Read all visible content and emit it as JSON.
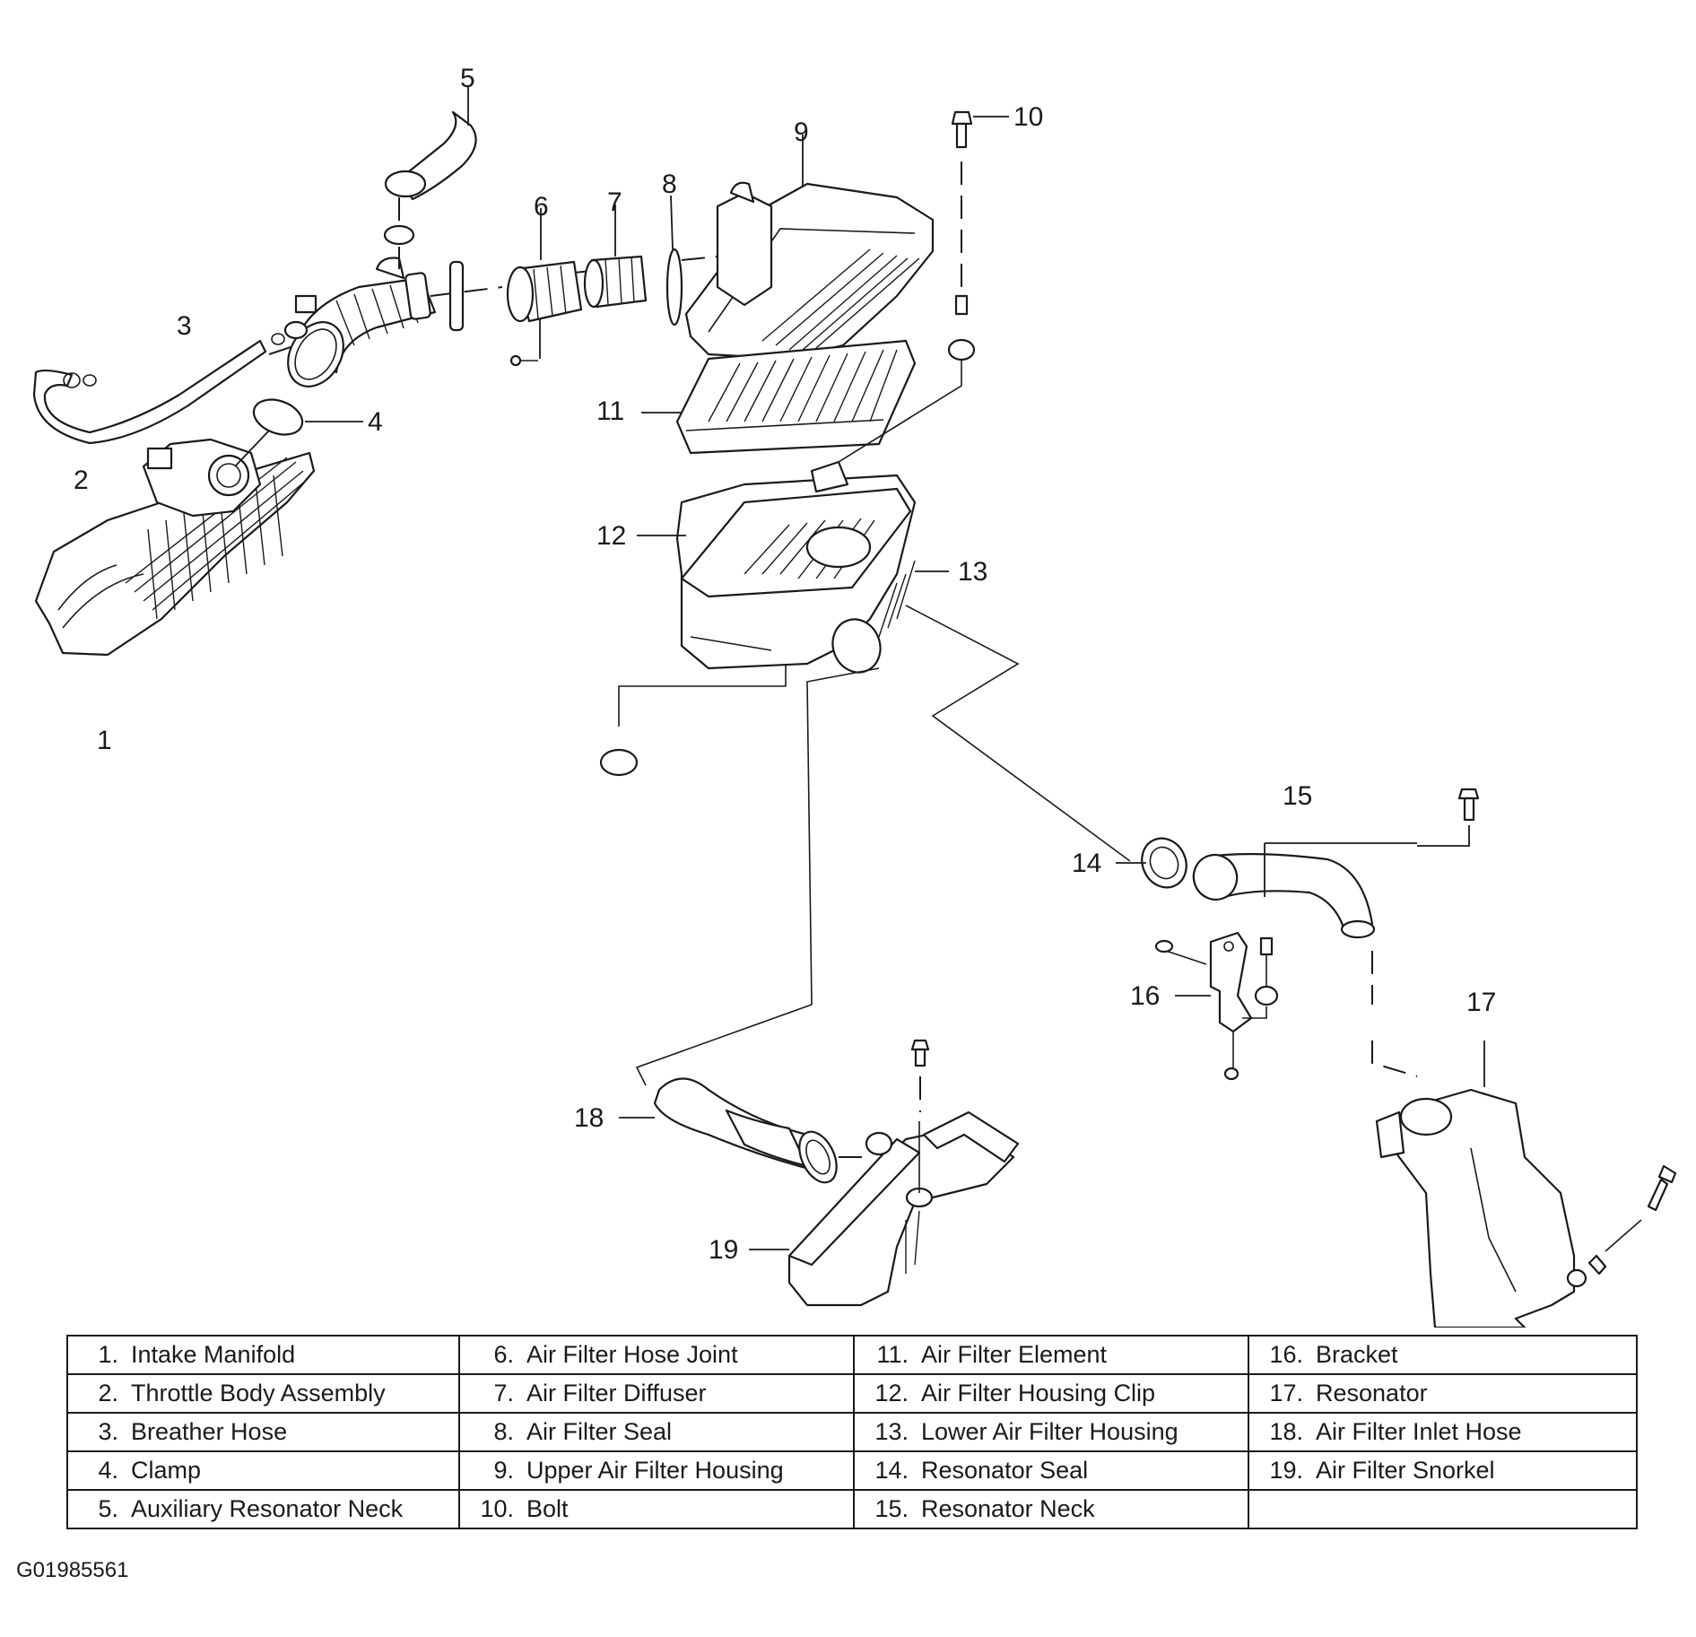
{
  "figure_code": "G01985561",
  "callouts": [
    "1",
    "2",
    "3",
    "4",
    "5",
    "6",
    "7",
    "8",
    "9",
    "10",
    "11",
    "12",
    "13",
    "14",
    "15",
    "16",
    "17",
    "18",
    "19"
  ],
  "legend": [
    {
      "num": "1.",
      "label": "Intake Manifold"
    },
    {
      "num": "2.",
      "label": "Throttle Body Assembly"
    },
    {
      "num": "3.",
      "label": "Breather Hose"
    },
    {
      "num": "4.",
      "label": "Clamp"
    },
    {
      "num": "5.",
      "label": "Auxiliary Resonator Neck"
    },
    {
      "num": "6.",
      "label": "Air Filter Hose Joint"
    },
    {
      "num": "7.",
      "label": "Air Filter Diffuser"
    },
    {
      "num": "8.",
      "label": "Air Filter Seal"
    },
    {
      "num": "9.",
      "label": "Upper Air Filter Housing"
    },
    {
      "num": "10.",
      "label": "Bolt"
    },
    {
      "num": "11.",
      "label": "Air Filter Element"
    },
    {
      "num": "12.",
      "label": "Air Filter Housing Clip"
    },
    {
      "num": "13.",
      "label": "Lower Air Filter Housing"
    },
    {
      "num": "14.",
      "label": "Resonator Seal"
    },
    {
      "num": "15.",
      "label": "Resonator Neck"
    },
    {
      "num": "16.",
      "label": "Bracket"
    },
    {
      "num": "17.",
      "label": "Resonator"
    },
    {
      "num": "18.",
      "label": "Air Filter Inlet Hose"
    },
    {
      "num": "19.",
      "label": "Air Filter Snorkel"
    }
  ]
}
